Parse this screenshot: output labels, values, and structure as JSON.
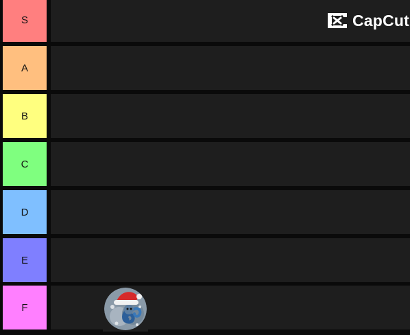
{
  "watermark": {
    "text": "CapCut",
    "icon": "capcut-logo-icon"
  },
  "tiers": [
    {
      "label": "S",
      "color": "#ff7f7f"
    },
    {
      "label": "A",
      "color": "#ffbf7f"
    },
    {
      "label": "B",
      "color": "#ffff7f"
    },
    {
      "label": "C",
      "color": "#7fff7f"
    },
    {
      "label": "D",
      "color": "#7fbfff"
    },
    {
      "label": "E",
      "color": "#7f7fff"
    },
    {
      "label": "F",
      "color": "#ff7fff",
      "items": [
        {
          "icon": "santa-hat-character-avatar"
        }
      ]
    }
  ],
  "colors": {
    "slot_bg": "#1e1e1e",
    "page_bg": "#0a0a0a"
  }
}
